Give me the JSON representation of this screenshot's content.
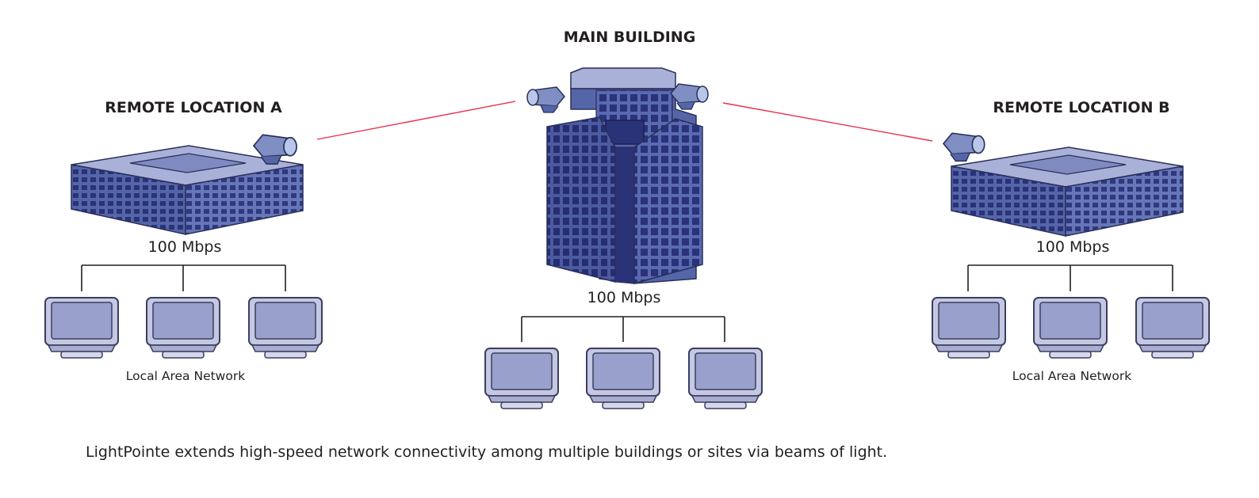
{
  "main": {
    "title": "MAIN BUILDING",
    "speed": "100 Mbps"
  },
  "remote_a": {
    "title": "REMOTE LOCATION A",
    "speed": "100 Mbps",
    "network_label": "Local Area Network"
  },
  "remote_b": {
    "title": "REMOTE LOCATION B",
    "speed": "100 Mbps",
    "network_label": "Local Area Network"
  },
  "caption": "LightPointe extends high-speed network connectivity among multiple buildings or sites via beams of light.",
  "colors": {
    "building_face": "#5566a8",
    "building_dark": "#3a4588",
    "roof": "#a9b1d8",
    "window": "#2a3278",
    "beam": "#e8304a",
    "monitor_screen": "#9aa0cc",
    "monitor_body": "#c5c8e2",
    "transceiver": "#b8c6ea"
  }
}
